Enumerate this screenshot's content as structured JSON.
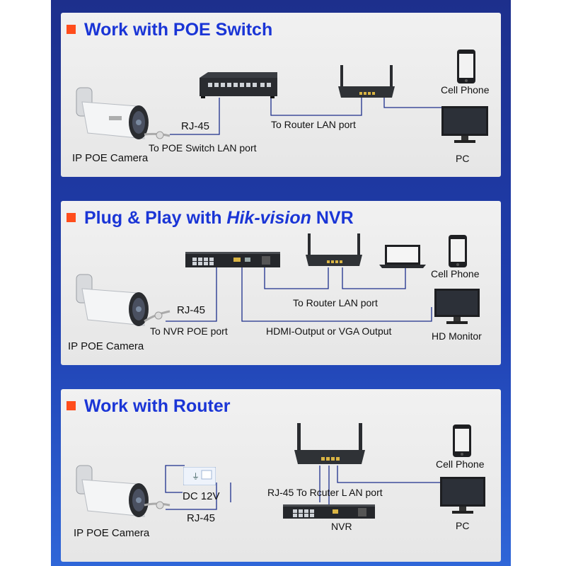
{
  "sections": [
    {
      "title": "Work with POE Switch",
      "labels": {
        "rj45": "RJ-45",
        "to_switch": "To POE Switch LAN port",
        "to_router": "To Router LAN port",
        "camera": "IP POE Camera",
        "cell_phone": "Cell Phone",
        "pc": "PC"
      }
    },
    {
      "title_prefix": "Plug & Play with ",
      "title_brand": "Hik-vision",
      "title_suffix": " NVR",
      "labels": {
        "rj45": "RJ-45",
        "to_nvr": "To NVR POE port",
        "to_router": "To Router LAN port",
        "hdmi": "HDMI-Output or VGA Output",
        "camera": "IP POE Camera",
        "cell_phone": "Cell Phone",
        "monitor": "HD Monitor"
      }
    },
    {
      "title": "Work with Router",
      "labels": {
        "dc": "DC 12V",
        "rj45": "RJ-45",
        "rj45_router": "RJ-45 To Rcuter L AN port",
        "nvr": "NVR",
        "camera": "IP POE Camera",
        "cell_phone": "Cell Phone",
        "pc": "PC"
      }
    }
  ],
  "colors": {
    "title_blue": "#1a35d6",
    "bullet_orange": "#ff4d1c",
    "background_blue": "#1f3fb0",
    "wire": "#1d2f8c"
  },
  "icons": [
    "camera-icon",
    "poe-switch-icon",
    "router-icon",
    "cell-phone-icon",
    "pc-monitor-icon",
    "nvr-icon",
    "laptop-icon",
    "power-adapter-icon"
  ]
}
